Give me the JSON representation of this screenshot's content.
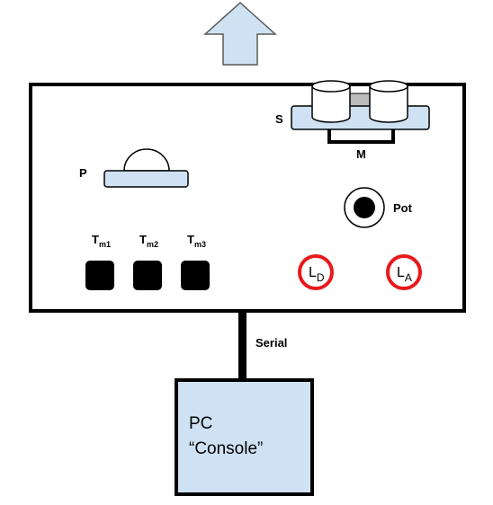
{
  "diagram": {
    "sensor_label": "S",
    "motor_label": "M",
    "pressure_label": "P",
    "pot_label": "Pot",
    "serial_label": "Serial",
    "buttons": [
      {
        "base": "T",
        "sub": "m1"
      },
      {
        "base": "T",
        "sub": "m2"
      },
      {
        "base": "T",
        "sub": "m3"
      }
    ],
    "leds": [
      {
        "base": "L",
        "sub": "D"
      },
      {
        "base": "L",
        "sub": "A"
      }
    ],
    "pc": {
      "line1": "PC",
      "line2": "“Console”"
    },
    "colors": {
      "panel_fill": "#cfe2f3",
      "led_ring": "#e8191c",
      "stroke": "#000000",
      "arrow_fill": "#cfe2f3",
      "sensor_gray": "#bcbcbc"
    }
  }
}
